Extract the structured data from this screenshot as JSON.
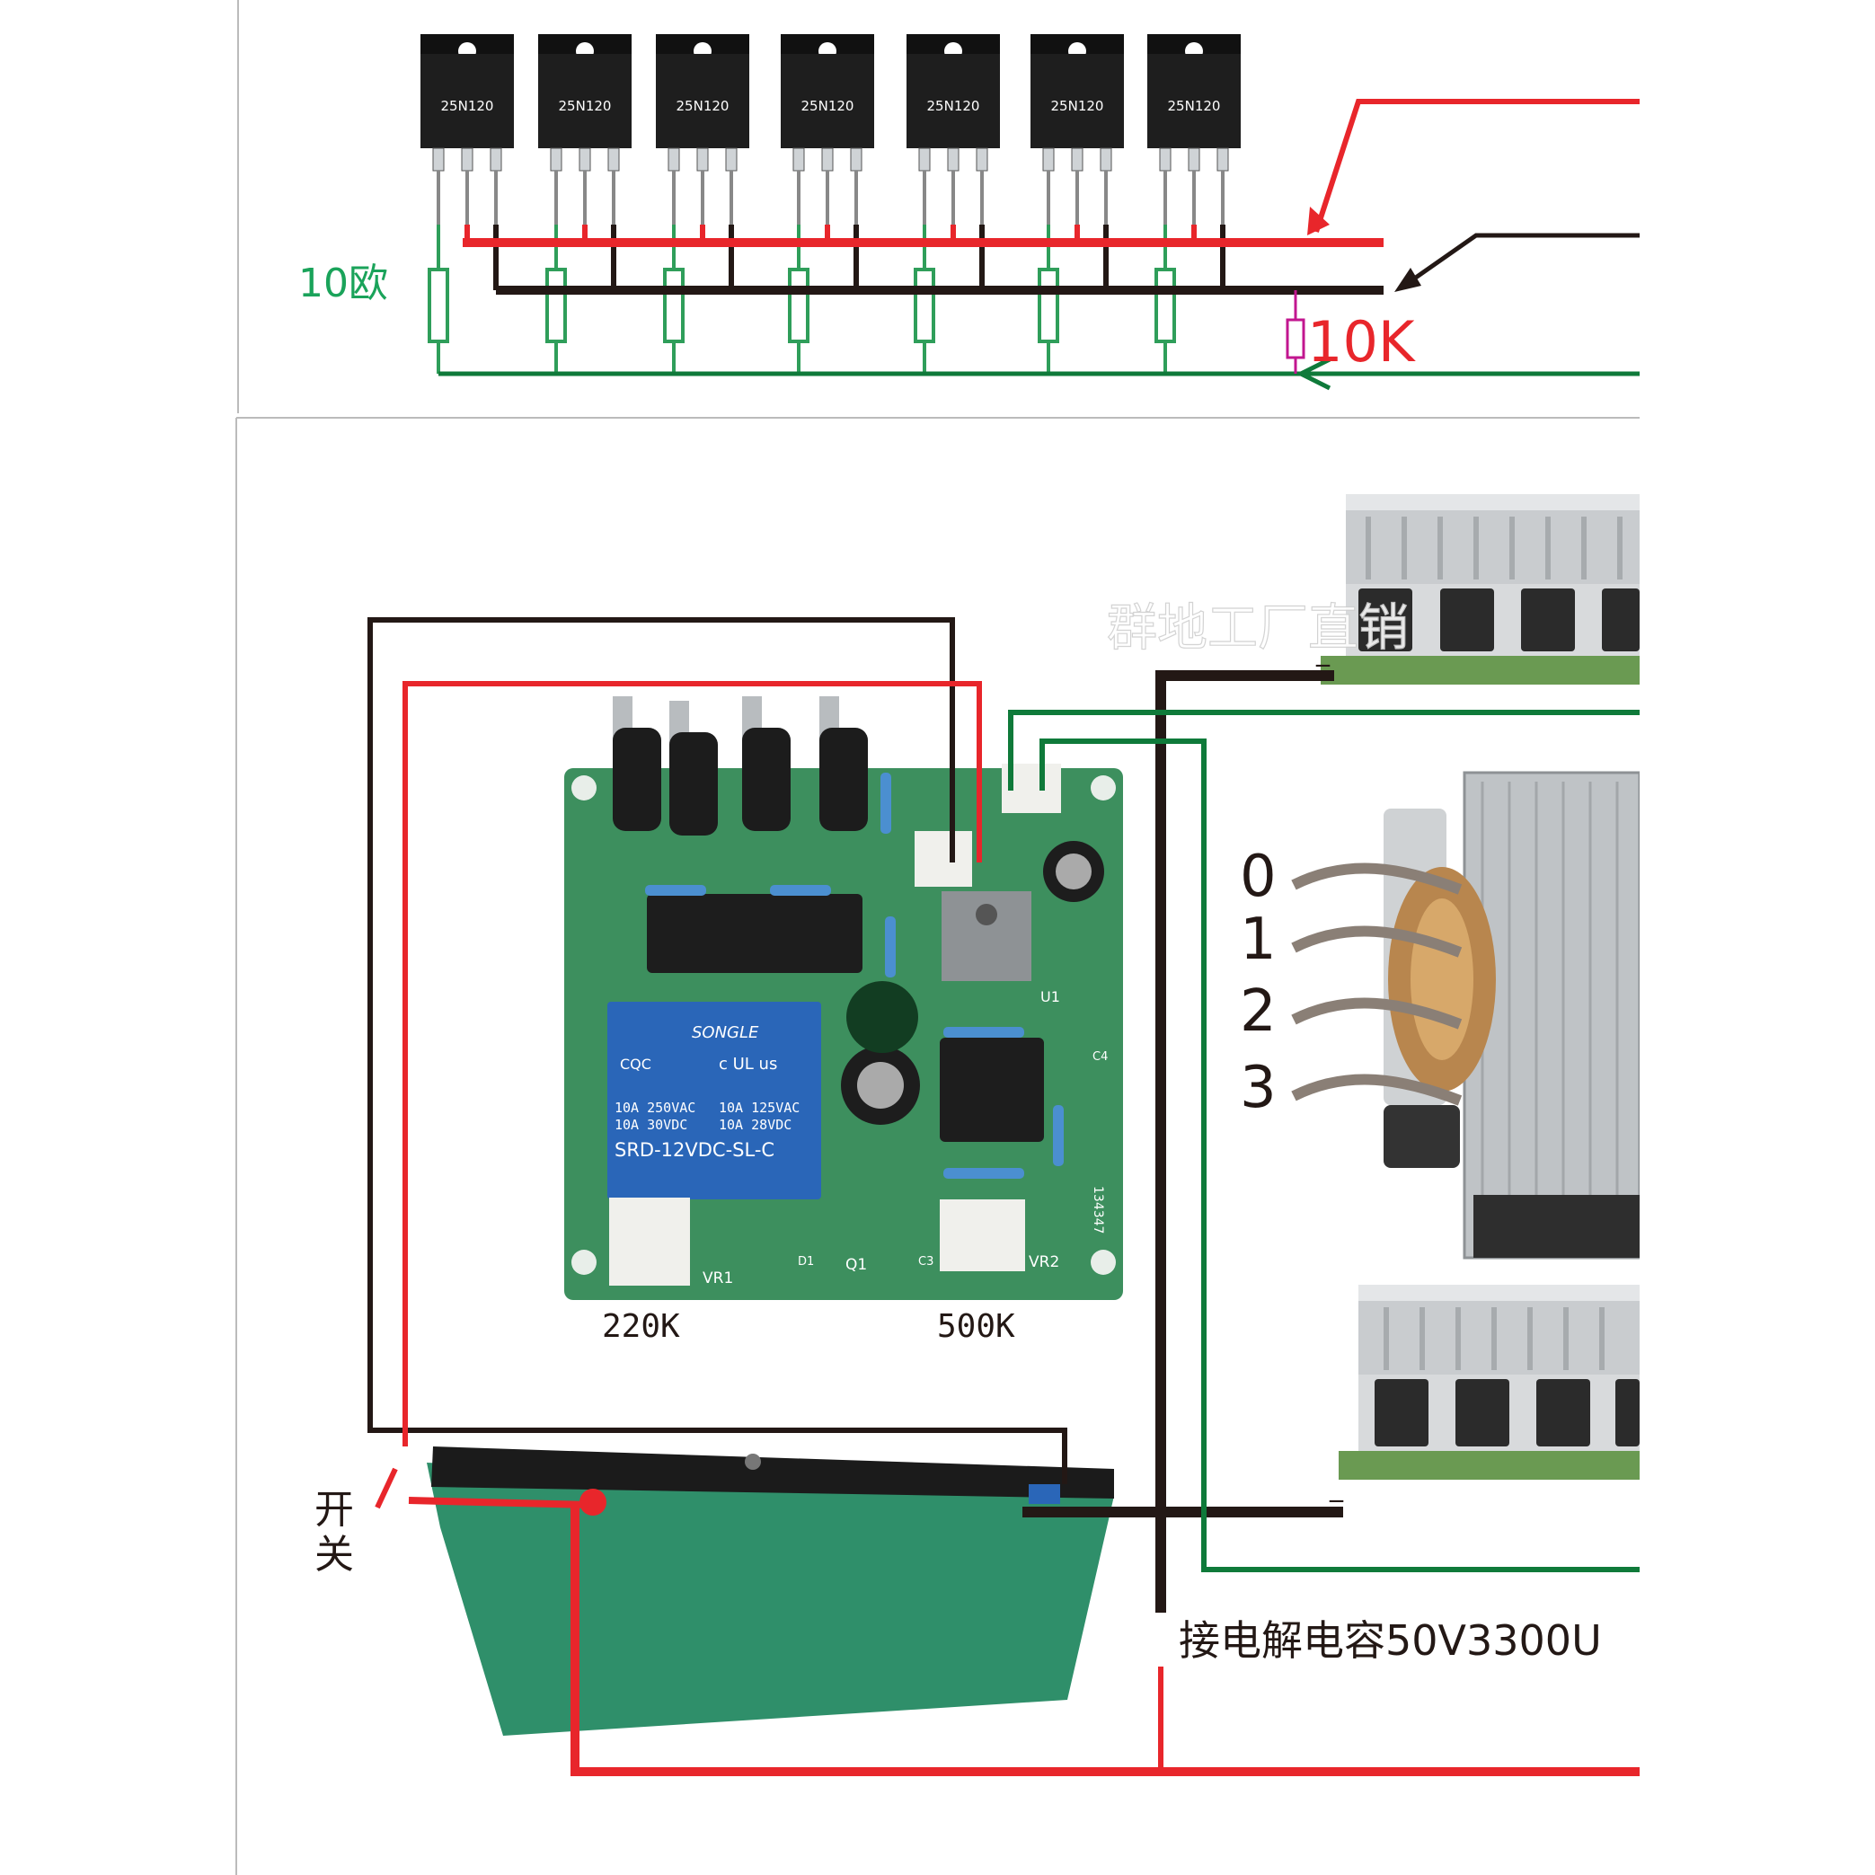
{
  "top_schematic": {
    "transistor_part": "25N120",
    "transistor_count": 7,
    "gate_resistor_label": "10欧",
    "pulldown_resistor_label": "10K"
  },
  "board": {
    "relay_brand": "SONGLE",
    "relay_rating_1": "10A 250VAC",
    "relay_rating_2": "10A 125VAC",
    "relay_rating_3": "10A 30VDC",
    "relay_rating_4": "10A 28VDC",
    "relay_model": "SRD-12VDC-SL-C",
    "relay_cert": "CQC",
    "relay_ul": "c UL us",
    "pot1_ref": "VR1",
    "pot2_ref": "VR2",
    "diode_ref": "D1",
    "transistor_ref": "Q1",
    "cap_c3": "C3",
    "cap_c4": "C4",
    "reg_ref": "U1",
    "board_code": "134347",
    "pot1_value": "220K",
    "pot2_value": "500K"
  },
  "transformer": {
    "tap_labels": [
      "0",
      "1",
      "2",
      "3"
    ]
  },
  "labels": {
    "watermark": "群地工厂直销",
    "switch_label_1": "开",
    "switch_label_2": "关",
    "capacitor_note": "接电解电容50V3300U",
    "minus_top": "_",
    "minus_bottom": "_"
  },
  "colors": {
    "positive_wire": "#e8262b",
    "negative_wire": "#231815",
    "signal_wire": "#0f7a3a",
    "resistor_green": "#2f9e5a",
    "label_green": "#1aa35a",
    "label_red": "#e8262b",
    "pcb_green": "#3d8f5e",
    "battery_green": "#2f8f6a",
    "relay_blue": "#2a66b8"
  }
}
